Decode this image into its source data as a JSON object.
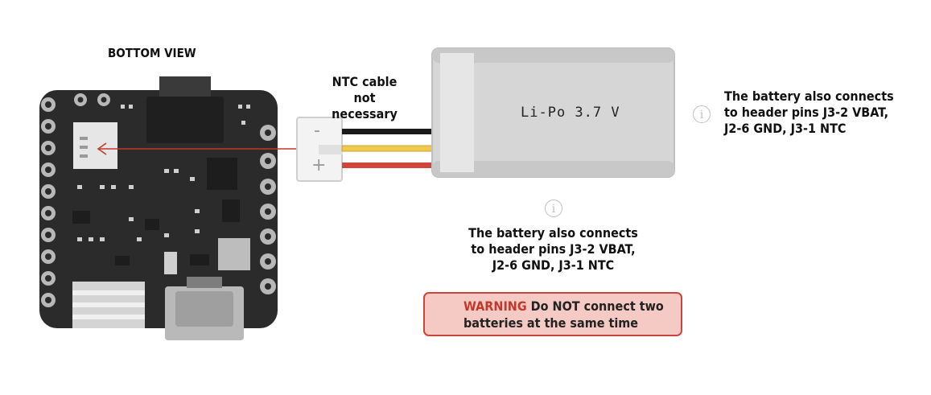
{
  "board_view_label": "BOTTOM VIEW",
  "ntc_note": {
    "line1": "NTC cable",
    "line2": "not necessary"
  },
  "battery_label": "Li-Po 3.7 V",
  "connector_minus": "-",
  "connector_plus": "+",
  "info_glyph": "i",
  "note_right": {
    "line1": "The battery also connects",
    "line2": "to header pins J3-2 VBAT,",
    "line3": "J2-6 GND, J3-1 NTC"
  },
  "note_center": {
    "line1": "The battery also connects",
    "line2": "to header pins J3-2 VBAT,",
    "line3": "J2-6 GND, J3-1 NTC"
  },
  "warning": {
    "keyword": "WARNING",
    "line1": "Do NOT connect two",
    "line2": "batteries at the same time"
  },
  "colors": {
    "board": "#2b2b2b",
    "wire_black": "#1a1a1a",
    "wire_yellow": "#f2c94c",
    "wire_red": "#d2453a",
    "arrow": "#c0392b",
    "battery": "#d6d6d6",
    "warning_bg": "#f5c9c4",
    "warning_border": "#c9463c"
  },
  "icons": [
    "info-icon",
    "warning-triangle-icon",
    "arrow-left-icon"
  ]
}
